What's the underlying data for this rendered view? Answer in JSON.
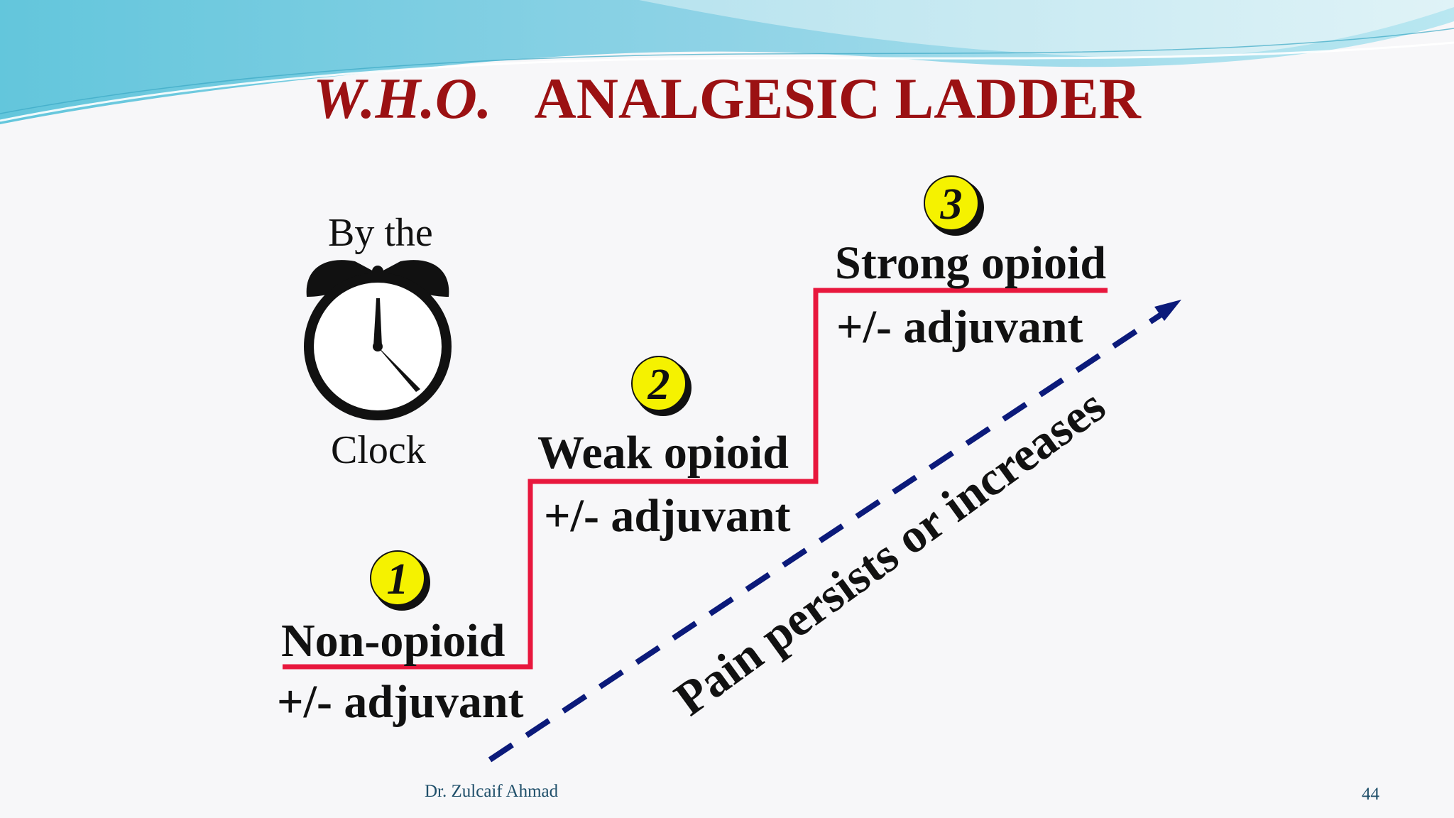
{
  "title": {
    "abbreviation": "W.H.O.",
    "main": "ANALGESIC LADDER"
  },
  "clock": {
    "top_text": "By the",
    "bottom_text": "Clock",
    "icon": "alarm-clock-icon"
  },
  "steps": [
    {
      "number": "1",
      "drug": "Non-opioid",
      "adjuvant": "+/- adjuvant"
    },
    {
      "number": "2",
      "drug": "Weak opioid",
      "adjuvant": "+/- adjuvant"
    },
    {
      "number": "3",
      "drug": "Strong opioid",
      "adjuvant": "+/- adjuvant"
    }
  ],
  "arrow": {
    "label": "Pain persists or increases"
  },
  "footer": {
    "author": "Dr. Zulcaif Ahmad",
    "page_number": "44"
  },
  "colors": {
    "title": "#9b1113",
    "ladder": "#e8173d",
    "arrow": "#0b1a7a",
    "badge": "#f5f200",
    "wave_accent": "#5fc3d9"
  }
}
